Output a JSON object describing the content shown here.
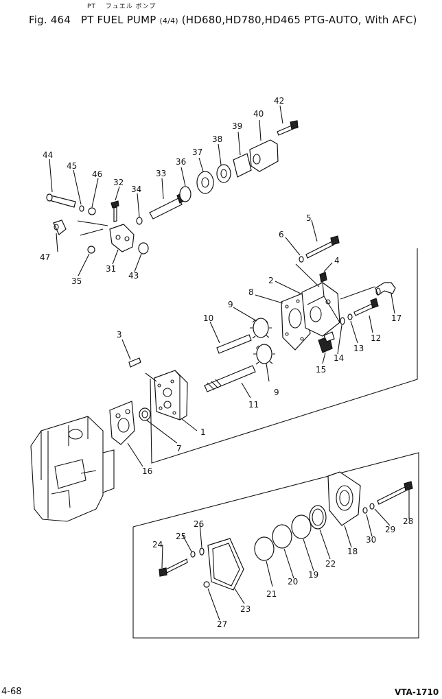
{
  "header": {
    "japanese": "PT　 フュエル ポンプ",
    "fig_label": "Fig. 464",
    "title_main": "PT FUEL PUMP",
    "fraction": "(4/4)",
    "models": "(HD680,HD780,HD465 PTG-AUTO, With AFC)"
  },
  "footer": {
    "page": "4-68",
    "code": "VTA-1710"
  },
  "parts": [
    {
      "id": "p1",
      "label": "1"
    },
    {
      "id": "p2",
      "label": "2"
    },
    {
      "id": "p3",
      "label": "3"
    },
    {
      "id": "p4",
      "label": "4"
    },
    {
      "id": "p5",
      "label": "5"
    },
    {
      "id": "p6",
      "label": "6"
    },
    {
      "id": "p7",
      "label": "7"
    },
    {
      "id": "p8",
      "label": "8"
    },
    {
      "id": "p9a",
      "label": "9"
    },
    {
      "id": "p9b",
      "label": "9"
    },
    {
      "id": "p10",
      "label": "10"
    },
    {
      "id": "p11",
      "label": "11"
    },
    {
      "id": "p12",
      "label": "12"
    },
    {
      "id": "p13",
      "label": "13"
    },
    {
      "id": "p14",
      "label": "14"
    },
    {
      "id": "p15",
      "label": "15"
    },
    {
      "id": "p16",
      "label": "16"
    },
    {
      "id": "p17",
      "label": "17"
    },
    {
      "id": "p18",
      "label": "18"
    },
    {
      "id": "p19",
      "label": "19"
    },
    {
      "id": "p20",
      "label": "20"
    },
    {
      "id": "p21",
      "label": "21"
    },
    {
      "id": "p22",
      "label": "22"
    },
    {
      "id": "p23",
      "label": "23"
    },
    {
      "id": "p24",
      "label": "24"
    },
    {
      "id": "p25",
      "label": "25"
    },
    {
      "id": "p26",
      "label": "26"
    },
    {
      "id": "p27",
      "label": "27"
    },
    {
      "id": "p28",
      "label": "28"
    },
    {
      "id": "p29",
      "label": "29"
    },
    {
      "id": "p30",
      "label": "30"
    },
    {
      "id": "p31",
      "label": "31"
    },
    {
      "id": "p32",
      "label": "32"
    },
    {
      "id": "p33",
      "label": "33"
    },
    {
      "id": "p34",
      "label": "34"
    },
    {
      "id": "p35",
      "label": "35"
    },
    {
      "id": "p36",
      "label": "36"
    },
    {
      "id": "p37",
      "label": "37"
    },
    {
      "id": "p38",
      "label": "38"
    },
    {
      "id": "p39",
      "label": "39"
    },
    {
      "id": "p40",
      "label": "40"
    },
    {
      "id": "p42",
      "label": "42"
    },
    {
      "id": "p43",
      "label": "43"
    },
    {
      "id": "p44",
      "label": "44"
    },
    {
      "id": "p45",
      "label": "45"
    },
    {
      "id": "p46",
      "label": "46"
    },
    {
      "id": "p47",
      "label": "47"
    }
  ]
}
